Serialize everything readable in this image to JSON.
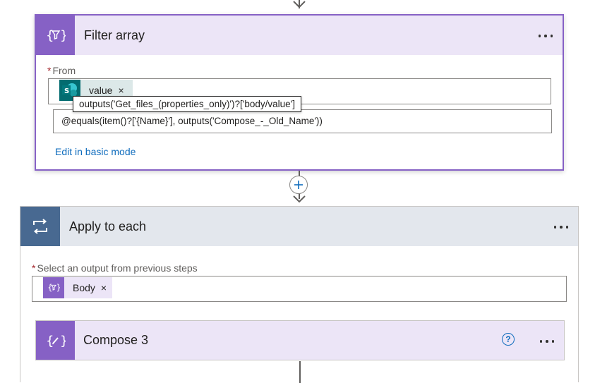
{
  "filter_array": {
    "title": "Filter array",
    "icon": "filter-array-icon",
    "accent_color": "#8661c5",
    "header_bg": "#ece5f7",
    "from_label": "From",
    "from_required": "*",
    "token_label": "value",
    "token_icon": "sharepoint-icon",
    "token_close": "×",
    "tooltip": "outputs('Get_files_(properties_only)')?['body/value']",
    "condition_expression": "@equals(item()?['{Name}'], outputs('Compose_-_Old_Name'))",
    "edit_mode_link": "Edit in basic mode"
  },
  "apply_to_each": {
    "title": "Apply to each",
    "icon": "loop-icon",
    "accent_color": "#486991",
    "header_bg": "#e3e7ed",
    "select_label": "Select an output from previous steps",
    "select_required": "*",
    "token_label": "Body",
    "token_icon": "filter-array-icon",
    "token_close": "×"
  },
  "compose_3": {
    "title": "Compose 3",
    "icon": "compose-icon",
    "accent_color": "#8661c5",
    "header_bg": "#ece5f7",
    "help_icon": "?"
  }
}
